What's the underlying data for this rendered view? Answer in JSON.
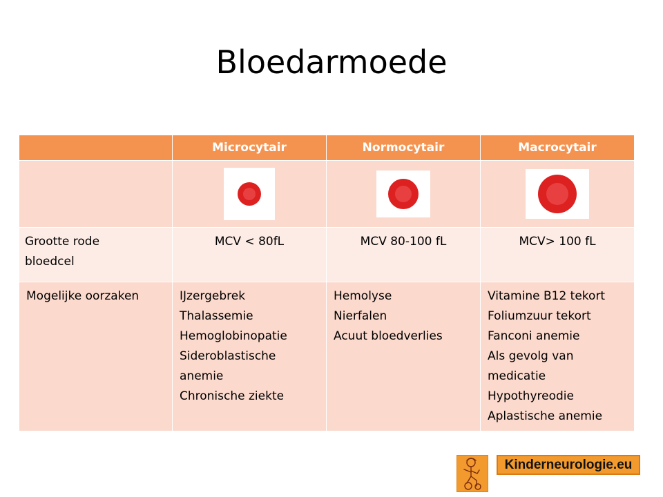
{
  "title": "Bloedarmoede",
  "table": {
    "headers": [
      "",
      "Microcytair",
      "Normocytair",
      "Macrocytair"
    ],
    "size_row": {
      "label": [
        "Grootte rode",
        "bloedcel"
      ],
      "values": [
        "MCV < 80fL",
        "MCV 80-100 fL",
        "MCV> 100 fL"
      ]
    },
    "causes_row": {
      "label": "Mogelijke oorzaken",
      "micro": [
        "IJzergebrek",
        "Thalassemie",
        "Hemoglobinopatie",
        "Sideroblastische",
        "anemie",
        "Chronische ziekte"
      ],
      "normo": [
        "Hemolyse",
        "Nierfalen",
        "Acuut bloedverlies"
      ],
      "macro": [
        "Vitamine B12 tekort",
        "Foliumzuur tekort",
        "Fanconi anemie",
        "Als gevolg van",
        "medicatie",
        "Hypothyreodie",
        "Aplastische anemie"
      ]
    }
  },
  "brand": {
    "text": "Kinderneurologie.eu"
  },
  "colors": {
    "header": "#f4934f",
    "row_dark": "#fbd9cc",
    "row_light": "#fdebe5",
    "cell": "#dd2020",
    "brand": "#f29a2e"
  }
}
